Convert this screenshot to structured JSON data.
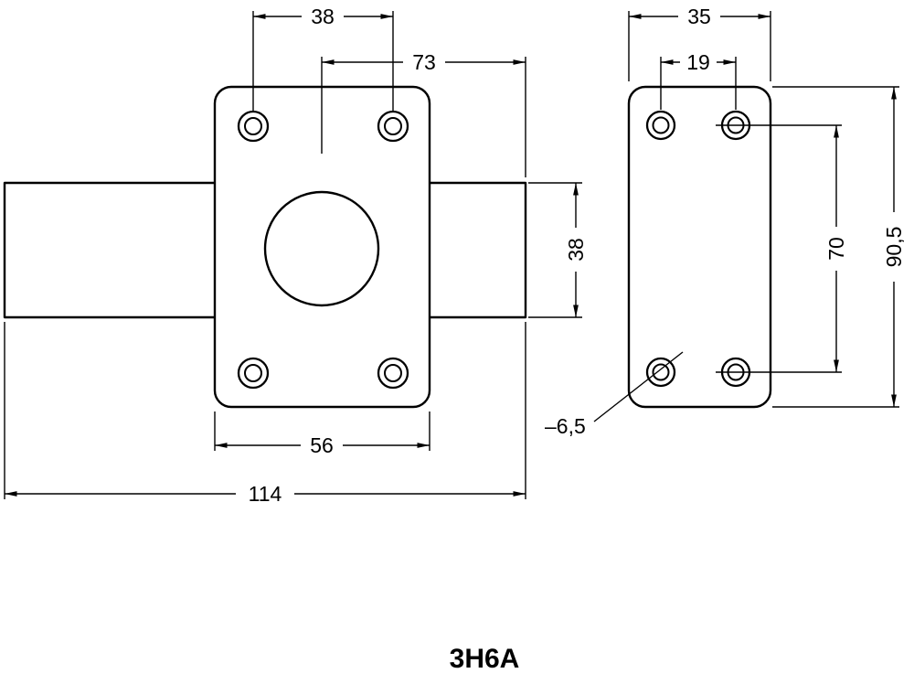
{
  "drawing": {
    "title": "3H6A",
    "front_view": {
      "top_hole_spacing": "38",
      "center_to_bar_end": "73",
      "bar_height": "38",
      "bottom_hole_spacing": "56",
      "overall_length": "114"
    },
    "rear_view": {
      "plate_width": "35",
      "hole_spacing_horizontal": "19",
      "hole_spacing_vertical": "70",
      "plate_height": "90,5",
      "hole_diameter_callout": "–6,5"
    }
  }
}
